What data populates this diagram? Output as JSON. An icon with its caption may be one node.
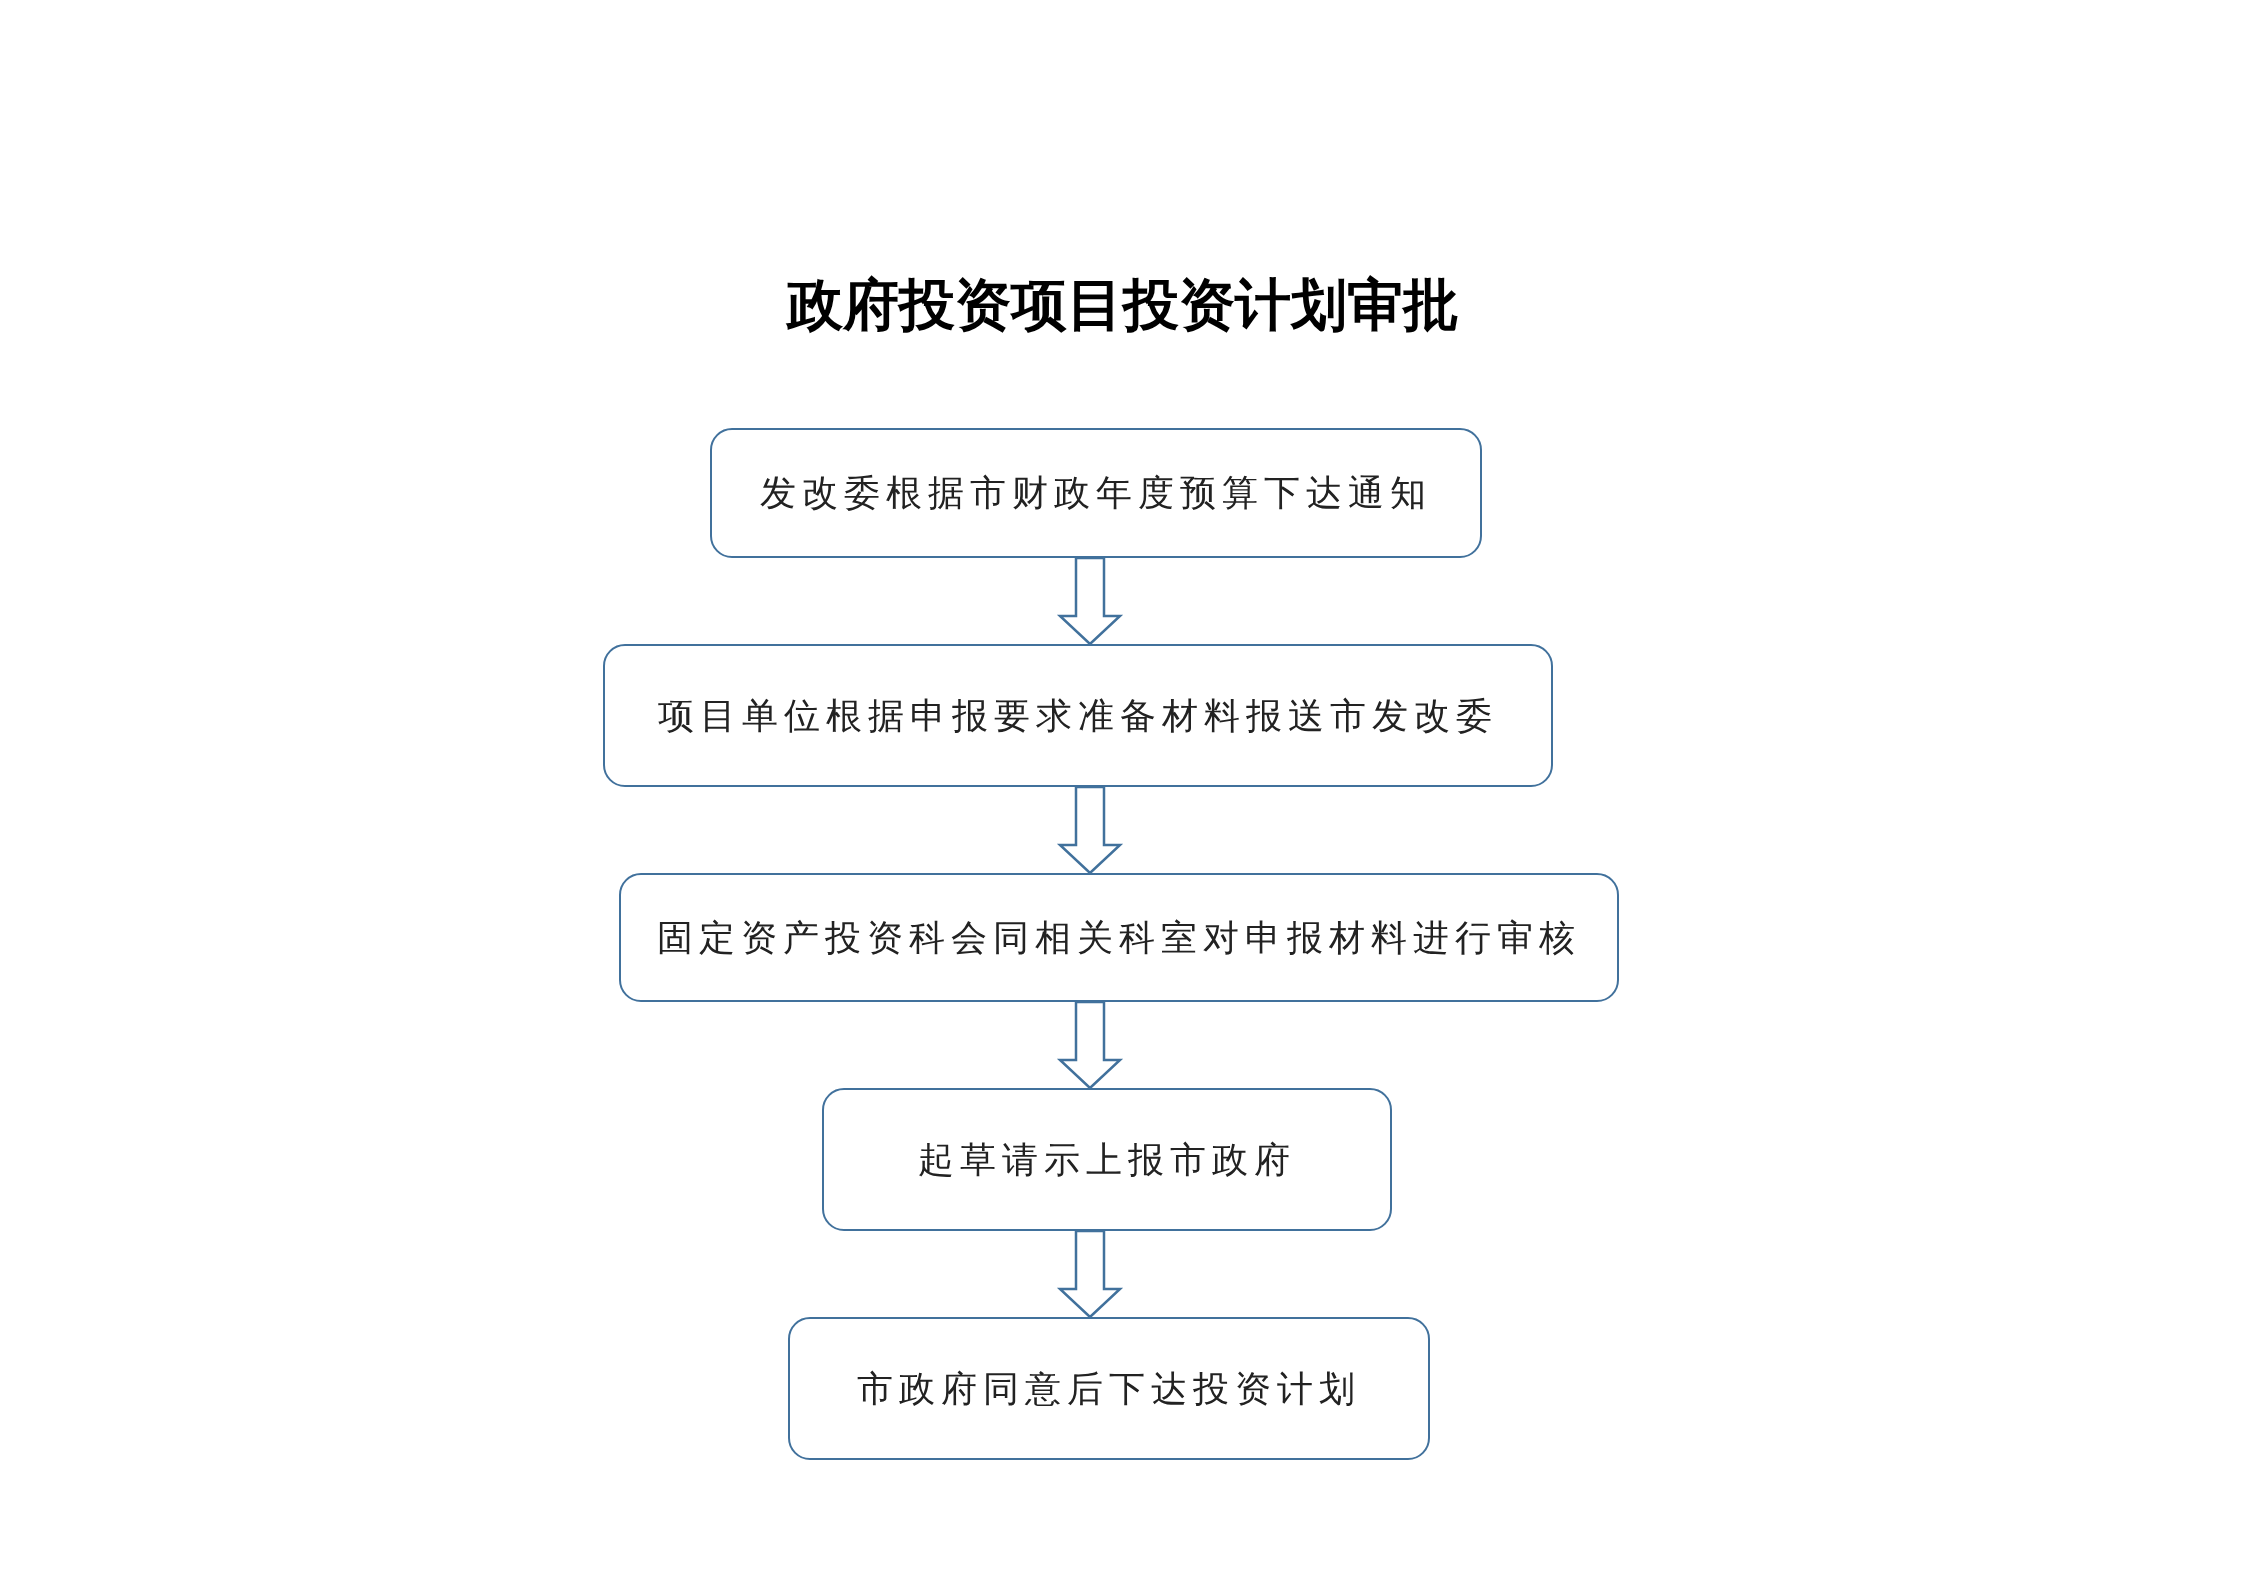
{
  "diagram": {
    "title": "政府投资项目投资计划审批",
    "nodes": [
      {
        "text": [
          "发改委根据市财政年度预算下达通知"
        ]
      },
      {
        "text": [
          "项目单位根据申报要求准备材料报送市发改委"
        ]
      },
      {
        "text": [
          "固定资产投资科会同相关科室对申报材料进行审核"
        ]
      },
      {
        "text": [
          "起草请示上报市政府"
        ]
      },
      {
        "text": [
          "市政府同意后下达投资计划"
        ]
      }
    ],
    "edges": [
      {
        "from": 0,
        "to": 1,
        "arrow": "to"
      },
      {
        "from": 1,
        "to": 2,
        "arrow": "to"
      },
      {
        "from": 2,
        "to": 3,
        "arrow": "to"
      },
      {
        "from": 3,
        "to": 4,
        "arrow": "to"
      }
    ]
  }
}
